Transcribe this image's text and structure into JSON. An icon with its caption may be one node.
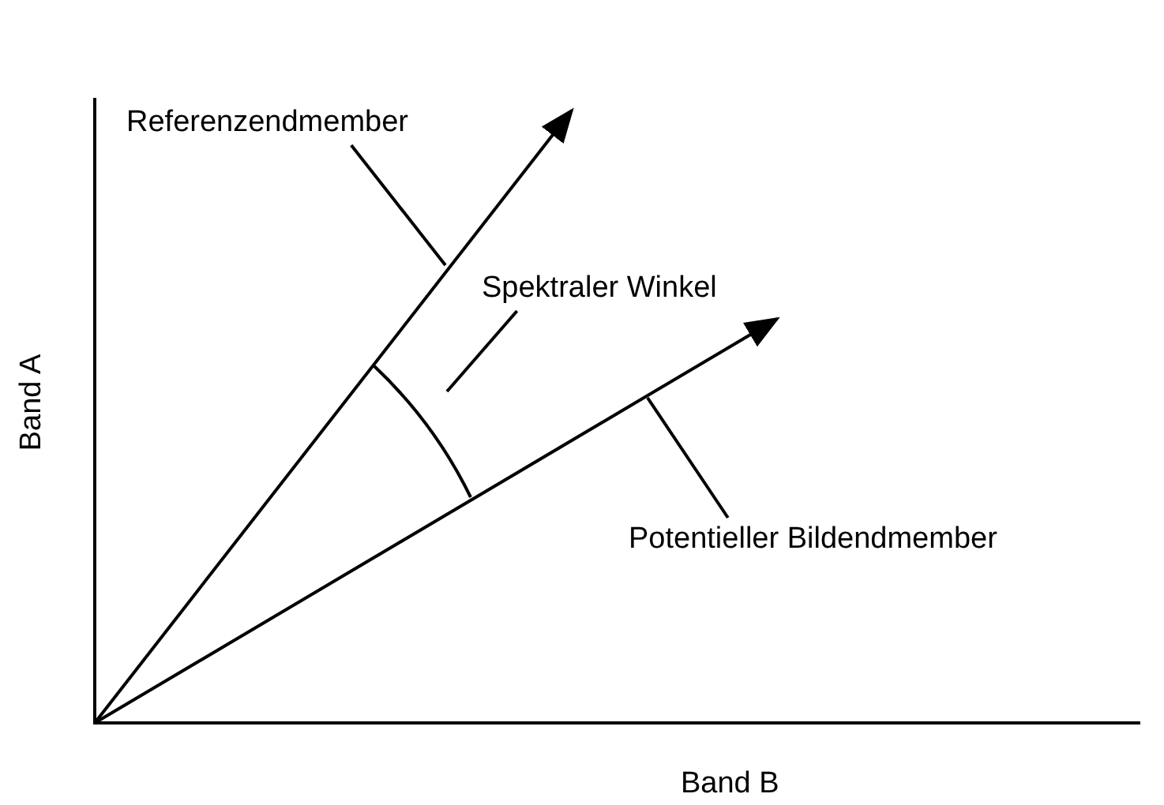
{
  "diagram": {
    "nodes": [
      {
        "text": [
          "Referenzendmember"
        ]
      },
      {
        "text": [
          "Spektraler Winkel"
        ]
      },
      {
        "text": [
          "Potentieller Bildendmember"
        ]
      }
    ],
    "edges": [
      {
        "from": 0,
        "to": null,
        "arrow": "none"
      },
      {
        "from": 1,
        "to": null,
        "arrow": "none"
      },
      {
        "from": 2,
        "to": null,
        "arrow": "none"
      }
    ],
    "labels": [
      "Band A",
      "Band B"
    ]
  }
}
